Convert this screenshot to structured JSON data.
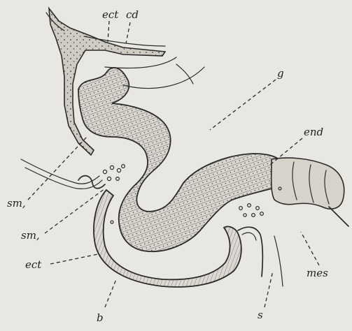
{
  "figure": {
    "labels": {
      "ect_top": "ect",
      "cd": "cd",
      "g": "g",
      "end": "end",
      "sm1": "sm,",
      "sm2": "sm,",
      "ect_left": "ect",
      "b": "b",
      "s": "s",
      "mes": "mes"
    }
  }
}
